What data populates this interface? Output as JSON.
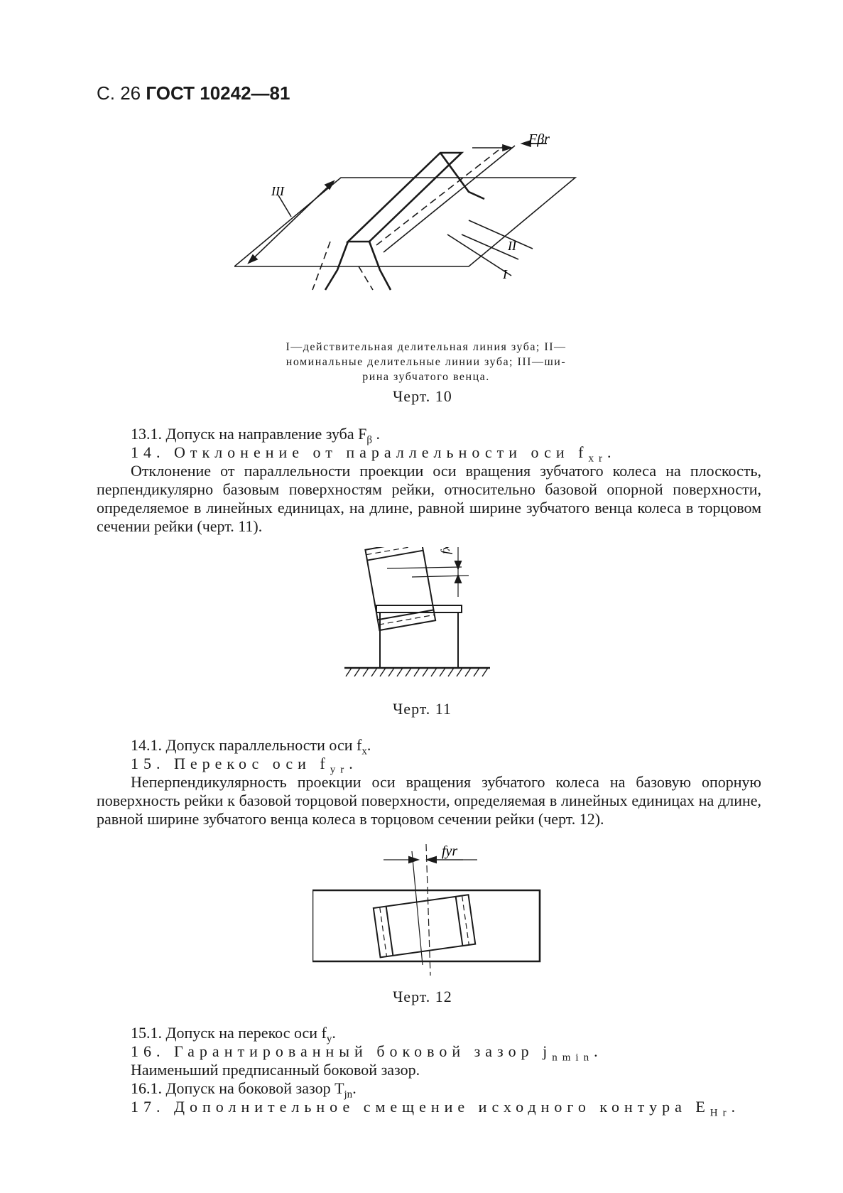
{
  "header": {
    "page": "С. 26",
    "standard": "ГОСТ 10242—81"
  },
  "fig10": {
    "labels": {
      "fbr": "Fβr",
      "I": "I",
      "II": "II",
      "III": "III"
    },
    "legend": [
      "I—действительная делительная линия зуба; II—",
      "номинальные делительные линии зуба; III—ши-",
      "рина зубчатого венца."
    ],
    "caption": "Черт. 10"
  },
  "sec13_1": {
    "text": "13.1. Допуск на направление зуба F",
    "sub": "β",
    "tail": " ."
  },
  "sec14": {
    "title": "14. Отклонение от параллельности оси f",
    "sub": "xr",
    "tail": "."
  },
  "sec14_body": "Отклонение от параллельности проекции оси вращения зубчатого колеса на плоскость, перпендикулярно базовым поверхностям рейки, относительно базовой опорной поверхности, определяемое в линейных единицах, на длине, равной ширине зубчатого венца колеса в торцовом сечении рейки (черт. 11).",
  "fig11": {
    "label": "fxr",
    "caption": "Черт. 11"
  },
  "sec14_1": {
    "text": "14.1. Допуск параллельности оси f",
    "sub": "x",
    "tail": "."
  },
  "sec15": {
    "title": "15. Перекос оси f",
    "sub": "yr",
    "tail": "."
  },
  "sec15_body": "Неперпендикулярность проекции оси вращения зубчатого колеса на базовую опорную поверхность рейки к базовой торцовой поверхности, определяемая в линейных единицах на длине, равной ширине зубчатого венца колеса в торцовом сечении рейки (черт. 12).",
  "fig12": {
    "label": "fyr",
    "caption": "Черт. 12"
  },
  "sec15_1": {
    "text": "15.1. Допуск на перекос оси f",
    "sub": "y",
    "tail": "."
  },
  "sec16": {
    "title": "16. Гарантированный боковой зазор j",
    "sub": "nmin",
    "tail": "."
  },
  "sec16_body": "Наименьший предписанный боковой зазор.",
  "sec16_1": {
    "text": "16.1. Допуск на боковой зазор T",
    "sub": "jn",
    "tail": "."
  },
  "sec17": {
    "title": "17. Дополнительное смещение исходного контура E",
    "sub": "Hr",
    "tail": "."
  }
}
